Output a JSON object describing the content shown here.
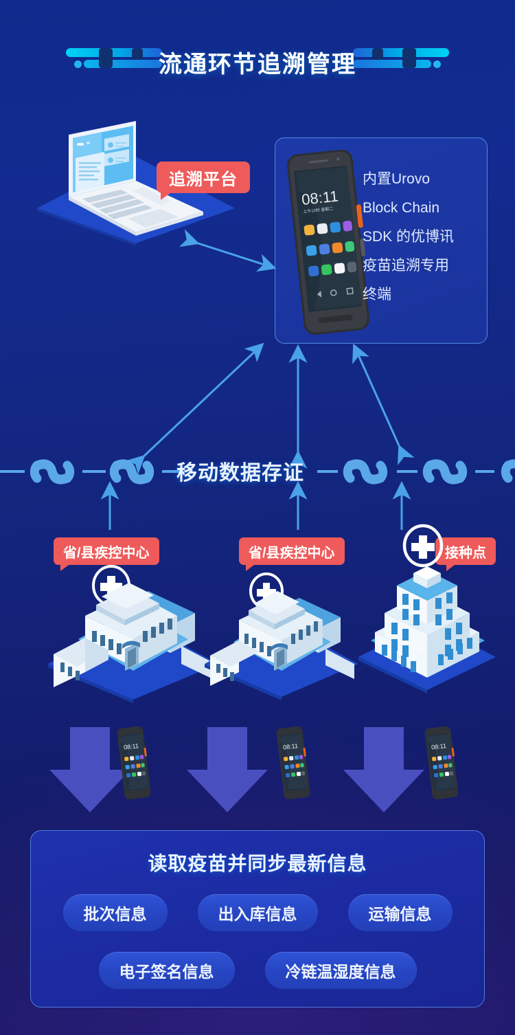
{
  "header": {
    "title": "流通环节追溯管理",
    "ornament_left": "title-ornament-left",
    "ornament_right": "title-ornament-right"
  },
  "platform": {
    "badge_label": "追溯平台",
    "illustration": "laptop-illustration"
  },
  "device_panel": {
    "illustration": "handheld-terminal",
    "screen_time": "08:11",
    "description_lines": [
      "内置Urovo",
      "Block Chain",
      "SDK 的优博讯",
      "疫苗追溯专用",
      "终端"
    ]
  },
  "chain": {
    "label": "移动数据存证",
    "link_count": 6
  },
  "sites": [
    {
      "badge": "省/县疾控中心",
      "building": "cdc-building",
      "icon": "medical-cross-icon"
    },
    {
      "badge": "省/县疾控中心",
      "building": "cdc-building",
      "icon": "medical-cross-icon"
    },
    {
      "badge": "接种点",
      "building": "vaccination-tower",
      "icon": "medical-cross-icon"
    }
  ],
  "terminals_row": {
    "screen_time": "08:11",
    "count": 3,
    "arrow": "down-arrow"
  },
  "bottom_panel": {
    "title": "读取疫苗并同步最新信息",
    "tags_row_1": [
      "批次信息",
      "出入库信息",
      "运输信息"
    ],
    "tags_row_2": [
      "电子签名信息",
      "冷链温湿度信息"
    ]
  },
  "colors": {
    "background_top": "#0f2a8c",
    "background_bottom": "#1d1868",
    "accent_cyan": "#00d2f5",
    "badge_red": "#ef5a5a",
    "chain_blue": "#5aa8e8",
    "arrow_blue": "#4aa3e8",
    "arrow_indigo": "#4a4fc0",
    "tag_blue": "#2f54d6"
  }
}
